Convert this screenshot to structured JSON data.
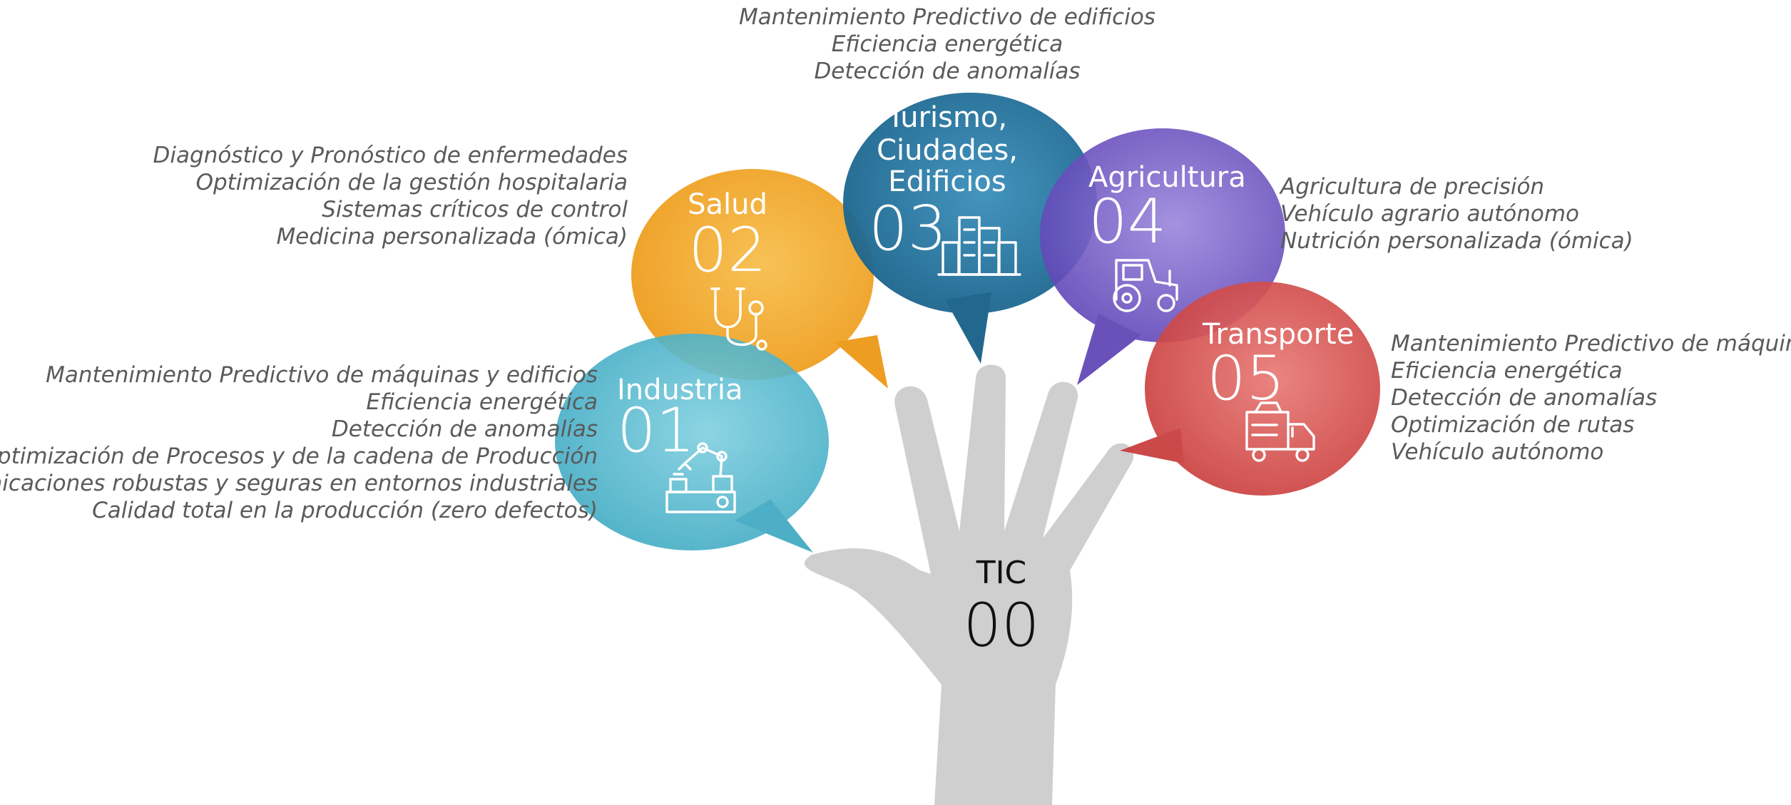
{
  "center": {
    "title": "TIC",
    "number": "00"
  },
  "sectors": [
    {
      "id": "industria",
      "title_lines": [
        "Industria"
      ],
      "number": "01",
      "color": "#4fb6cc",
      "icon": "robot-arm-icon",
      "items": [
        "Mantenimiento Predictivo de máquinas y edificios",
        "Eficiencia energética",
        "Detección de anomalías",
        "Optimización de Procesos y de la cadena de Producción",
        "Comunicaciones robustas y seguras en entornos industriales",
        "Calidad total en la producción (zero defectos)"
      ]
    },
    {
      "id": "salud",
      "title_lines": [
        "Salud"
      ],
      "number": "02",
      "color": "#f0a020",
      "icon": "stethoscope-icon",
      "items": [
        "Diagnóstico y Pronóstico de enfermedades",
        "Optimización de la gestión hospitalaria",
        "Sistemas críticos de control",
        "Medicina personalizada (ómica)"
      ]
    },
    {
      "id": "turismo",
      "title_lines": [
        "Turismo,",
        "Ciudades,",
        "Edificios"
      ],
      "number": "03",
      "color": "#1f6f9a",
      "icon": "buildings-icon",
      "items": [
        "Mantenimiento Predictivo de edificios",
        "Eficiencia energética",
        "Detección de anomalías"
      ]
    },
    {
      "id": "agricultura",
      "title_lines": [
        "Agricultura"
      ],
      "number": "04",
      "color": "#6a4fc0",
      "icon": "tractor-icon",
      "items": [
        "Agricultura de precisión",
        "Vehículo agrario autónomo",
        "Nutrición personalizada (ómica)"
      ]
    },
    {
      "id": "transporte",
      "title_lines": [
        "Transporte"
      ],
      "number": "05",
      "color": "#d64848",
      "icon": "truck-icon",
      "items": [
        "Mantenimiento Predictivo de máquinas",
        "Eficiencia energética",
        "Detección de anomalías",
        "Optimización de rutas",
        "Vehículo autónomo"
      ]
    }
  ]
}
